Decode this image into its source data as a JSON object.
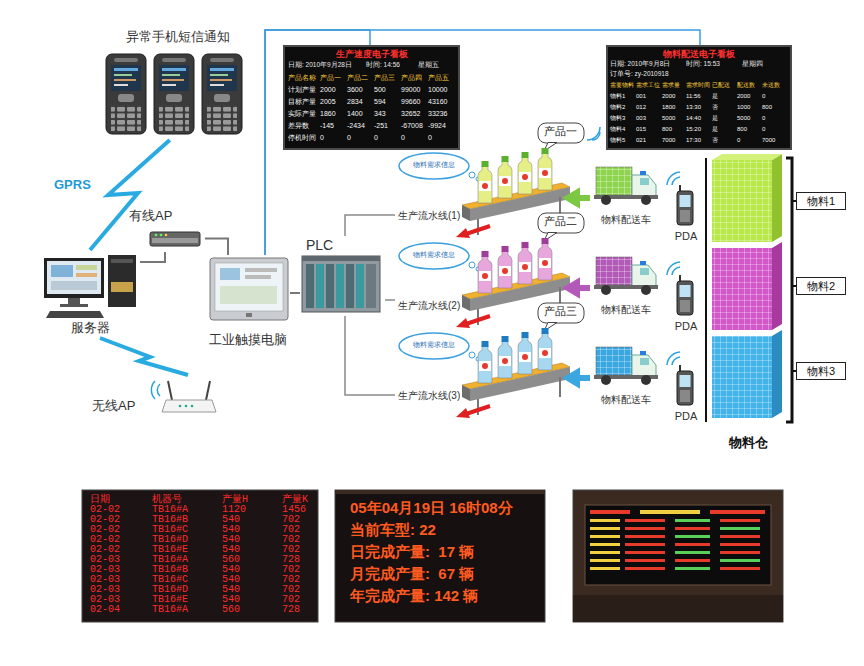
{
  "diagram": {
    "nodes": [
      {
        "text": [
          "异常手机短信通知"
        ]
      },
      {
        "text": [
          "服务器"
        ]
      },
      {
        "text": [
          "有线AP"
        ]
      },
      {
        "text": [
          "无线AP"
        ]
      },
      {
        "text": [
          "工业触摸电脑"
        ]
      },
      {
        "text": [
          "PLC"
        ]
      },
      {
        "text": [
          "生产速度电子看板"
        ]
      },
      {
        "text": [
          "物料配送电子看板"
        ]
      },
      {
        "text": [
          "生产流水线(1)"
        ]
      },
      {
        "text": [
          "生产流水线(2)"
        ]
      },
      {
        "text": [
          "生产流水线(3)"
        ]
      },
      {
        "text": [
          "物料配送车"
        ]
      },
      {
        "text": [
          "物料配送车"
        ]
      },
      {
        "text": [
          "物料配送车"
        ]
      },
      {
        "text": [
          "PDA"
        ]
      },
      {
        "text": [
          "PDA"
        ]
      },
      {
        "text": [
          "PDA"
        ]
      },
      {
        "text": [
          "物料仓"
        ]
      },
      {
        "text": [
          "物料1"
        ]
      },
      {
        "text": [
          "物料2"
        ]
      },
      {
        "text": [
          "物料3"
        ]
      }
    ],
    "edges": [
      {
        "from": 0,
        "to": 1,
        "label": "GPRS",
        "arrow": "none"
      },
      {
        "from": 1,
        "to": 2,
        "arrow": "none"
      },
      {
        "from": 2,
        "to": 4,
        "arrow": "none"
      },
      {
        "from": 1,
        "to": 3,
        "arrow": "none"
      },
      {
        "from": 4,
        "to": 5,
        "arrow": "none"
      },
      {
        "from": 5,
        "to": 8,
        "arrow": "none"
      },
      {
        "from": 5,
        "to": 9,
        "arrow": "none"
      },
      {
        "from": 5,
        "to": 10,
        "arrow": "none"
      },
      {
        "from": 4,
        "to": 6,
        "arrow": "none"
      },
      {
        "from": 4,
        "to": 7,
        "arrow": "none"
      },
      {
        "from": 11,
        "to": 8,
        "arrow": "to"
      },
      {
        "from": 12,
        "to": 9,
        "arrow": "to"
      },
      {
        "from": 13,
        "to": 10,
        "arrow": "to"
      }
    ],
    "labels": [
      "日期: 2010年9月28日",
      "时间: 14:56",
      "星期五",
      "产品名称",
      "产品一",
      "产品二",
      "产品三",
      "产品四",
      "产品五",
      "计划产量",
      "2000",
      "3600",
      "500",
      "99000",
      "10000",
      "目标产量",
      "2005",
      "2834",
      "594",
      "99660",
      "43160",
      "实际产量",
      "1860",
      "1400",
      "343",
      "32652",
      "33236",
      "差异数",
      "-145",
      "-2434",
      "-251",
      "-67008",
      "-9924",
      "停机时间",
      "0",
      "0",
      "0",
      "0",
      "0",
      "日期: 2010年9月8日",
      "时间: 15:53",
      "星期四",
      "订单号: zy-2010918",
      "需要物料",
      "需求工位",
      "需求量",
      "需求时间",
      "已配送",
      "配送数",
      "未送数",
      "物料1",
      "001",
      "2000",
      "11:56",
      "是",
      "2000",
      "0",
      "物料2",
      "012",
      "1800",
      "13:30",
      "否",
      "1000",
      "800",
      "物料3",
      "003",
      "5000",
      "14:40",
      "是",
      "5000",
      "0",
      "物料4",
      "015",
      "800",
      "15:20",
      "是",
      "800",
      "0",
      "物料5",
      "021",
      "7000",
      "17:30",
      "否",
      "0",
      "7000",
      "物料需求信息",
      "物料需求信息",
      "物料需求信息",
      "产品一",
      "产品二",
      "产品三",
      "日期",
      "机器号",
      "产量H",
      "产量K",
      "02-02",
      "TB16#A",
      "1120",
      "1456",
      "02-02",
      "TB16#B",
      "540",
      "702",
      "02-02",
      "TB16#C",
      "540",
      "702",
      "02-02",
      "TB16#D",
      "540",
      "702",
      "02-02",
      "TB16#E",
      "540",
      "702",
      "02-03",
      "TB16#A",
      "560",
      "728",
      "02-03",
      "TB16#B",
      "540",
      "702",
      "02-03",
      "TB16#C",
      "540",
      "702",
      "02-03",
      "TB16#D",
      "540",
      "702",
      "02-03",
      "TB16#E",
      "540",
      "702",
      "02-04",
      "TB16#A",
      "560",
      "728",
      "05年04月19日 16时08分",
      "当前车型: 22",
      "日完成产量:  17 辆",
      "月完成产量:  67 辆",
      "年完成产量: 142 辆"
    ]
  }
}
